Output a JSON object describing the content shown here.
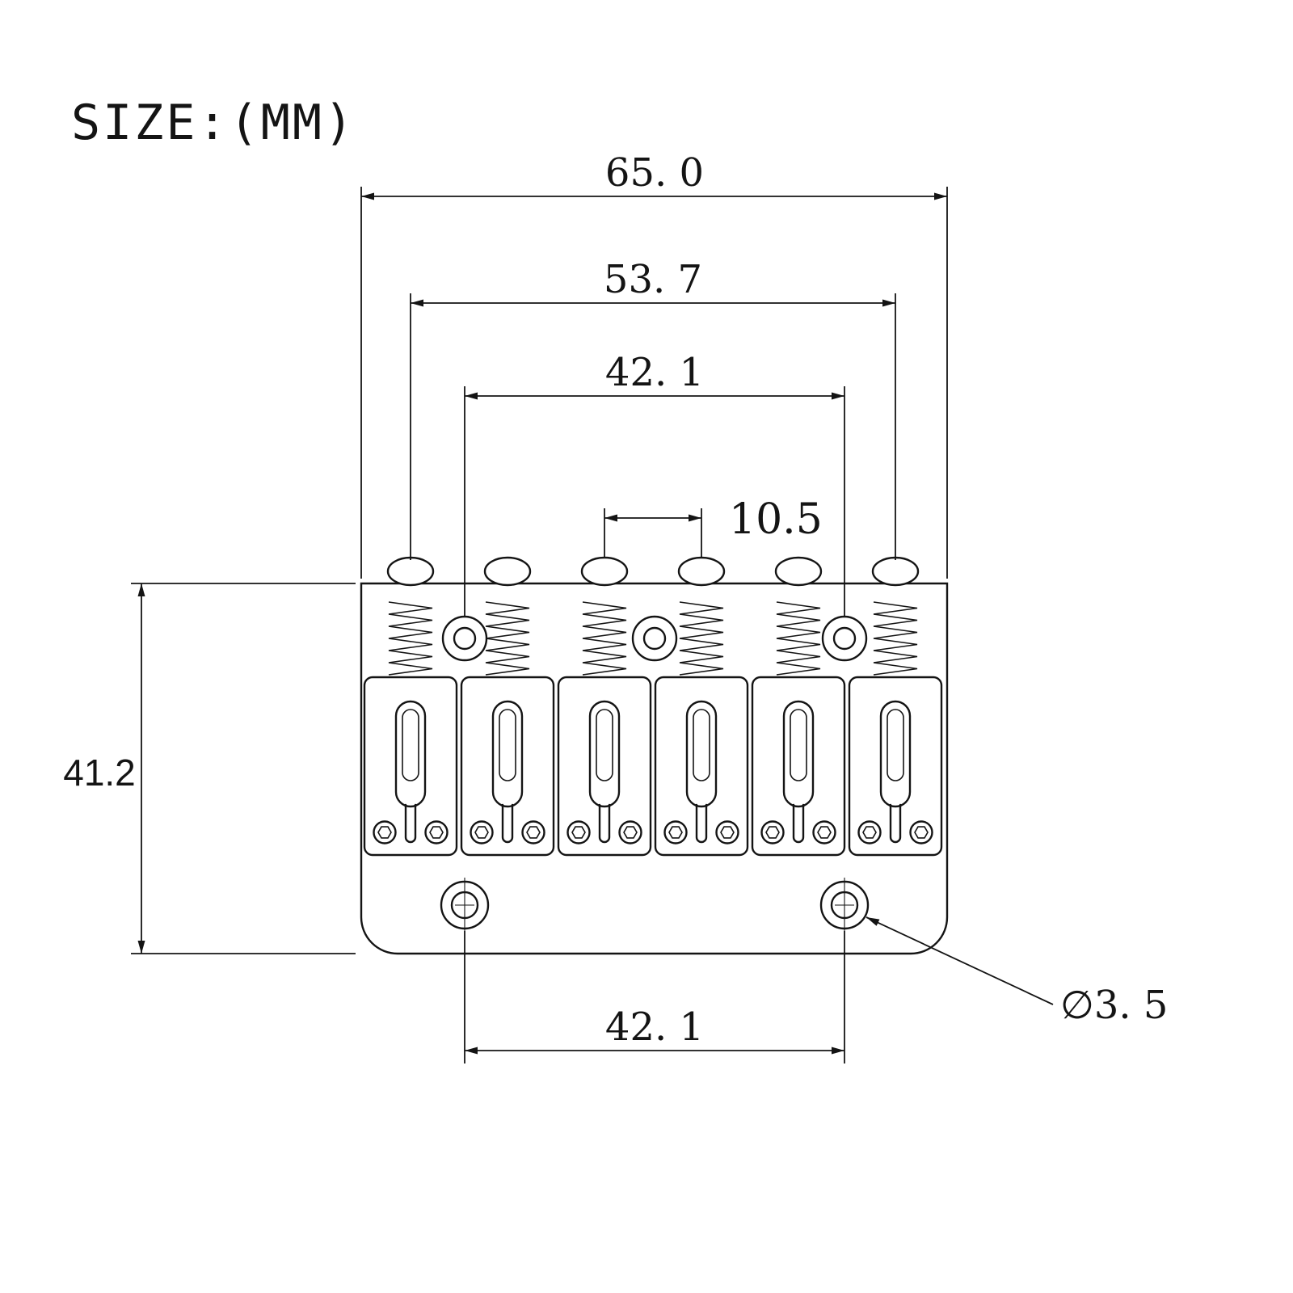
{
  "title": "SIZE:(MM)",
  "dimensions": {
    "overall_width": "65. 0",
    "screw_span": "53. 7",
    "top_hole_spacing": "42. 1",
    "string_pitch": "10.5",
    "overall_height": "41.2",
    "bottom_hole_spacing": "42. 1",
    "hole_diameter": "∅3. 5"
  }
}
